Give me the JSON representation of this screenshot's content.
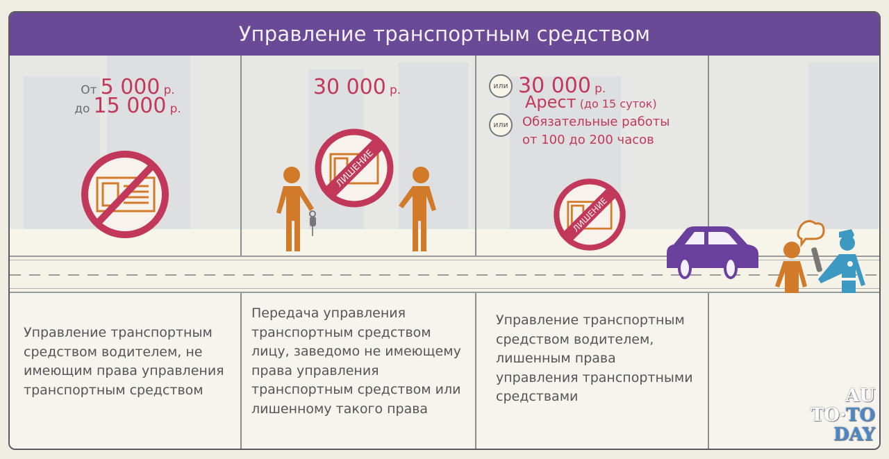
{
  "header": {
    "title": "Управление транспортным средством"
  },
  "columns": [
    {
      "fine": {
        "prefix_from": "От",
        "amount_from": "5 000",
        "currency": "р.",
        "prefix_to": "до",
        "amount_to": "15 000"
      },
      "icon": "no-license-icon",
      "description": "Управление транспортным средством водителем, не имеющим права управления транспортным средством"
    },
    {
      "fine": {
        "amount": "30 000",
        "currency": "р."
      },
      "icon": "license-revoked-icon",
      "badge": "ЛИШЕНИЕ",
      "description": "Передача управления транспортным средством лицу, заведомо не имеющему права управления транспортным средством или лишенному такого права"
    },
    {
      "fine": {
        "or_label": "или",
        "amount": "30 000",
        "currency": "р.",
        "arrest": "Арест",
        "arrest_note": "(до 15 суток)",
        "works": "Обязательные работы",
        "works_note": "от 100 до 200 часов"
      },
      "icon": "license-revoked-icon",
      "badge": "ЛИШЕНИЕ",
      "description": "Управление транспортным средством водителем, лишенным права управления транспортными средствами"
    },
    {
      "illustration": [
        "car-icon",
        "driver-icon",
        "police-officer-icon",
        "speech-bubble-icon"
      ]
    }
  ],
  "watermark": {
    "line1": "AU",
    "line2a": "TO",
    "line2b": "TO",
    "line3": "DAY"
  },
  "colors": {
    "header": "#6a4a96",
    "accent_red": "#c2385b",
    "orange": "#d07a2a",
    "blue": "#3d98c2",
    "car": "#6a3f9e"
  }
}
